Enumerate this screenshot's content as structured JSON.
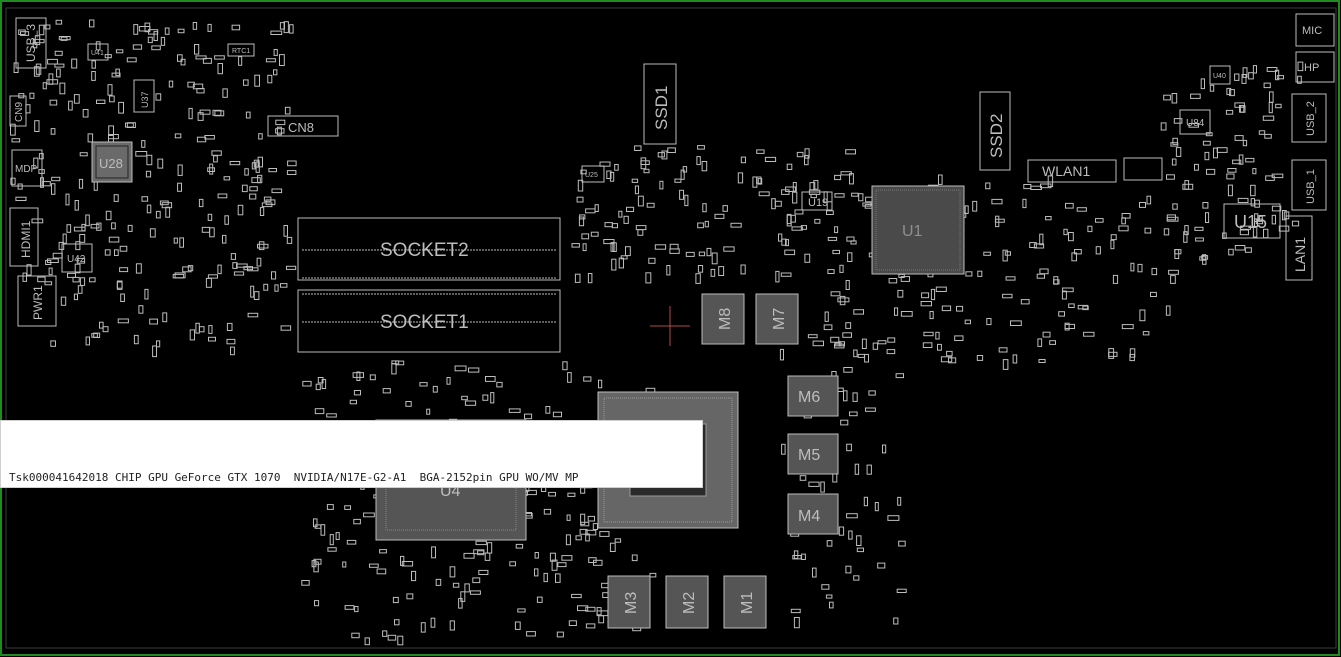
{
  "colors": {
    "board_bg": "#000000",
    "frame": "#1f8a1f",
    "outline": "#bdbdbd",
    "cursor": "#b04a4a",
    "tooltip_bg": "#ffffff"
  },
  "labels": {
    "usb3": "USB_3",
    "cn9": "CN9",
    "mdp": "MDP",
    "u28": "U28",
    "hdmi": "HDMI1",
    "u42": "U42",
    "pwr": "PWR1",
    "u37": "U37",
    "u41": "U41",
    "rtc": "RTC1",
    "cn8": "CN8",
    "socket2": "SOCKET2",
    "socket1": "SOCKET1",
    "ssd1": "SSD1",
    "ssd2": "SSD2",
    "u25": "U25",
    "u19": "U19",
    "u1": "U1",
    "wlan": "WLAN1",
    "m8": "M8",
    "m7": "M7",
    "m6": "M6",
    "m5": "M5",
    "m4": "M4",
    "m3": "M3",
    "m2": "M2",
    "m1": "M1",
    "u4": "U4",
    "mic": "MIC",
    "hp": "HP",
    "usb2": "USB_2",
    "usb1": "USB_1",
    "u84": "U84",
    "u40": "U40",
    "u15": "U15",
    "lan": "LAN1"
  },
  "tooltip": {
    "text": "Tsk000041642018 CHIP GPU GeForce GTX 1070  NVIDIA/N17E-G2-A1  BGA-2152pin GPU WO/MV MP"
  }
}
